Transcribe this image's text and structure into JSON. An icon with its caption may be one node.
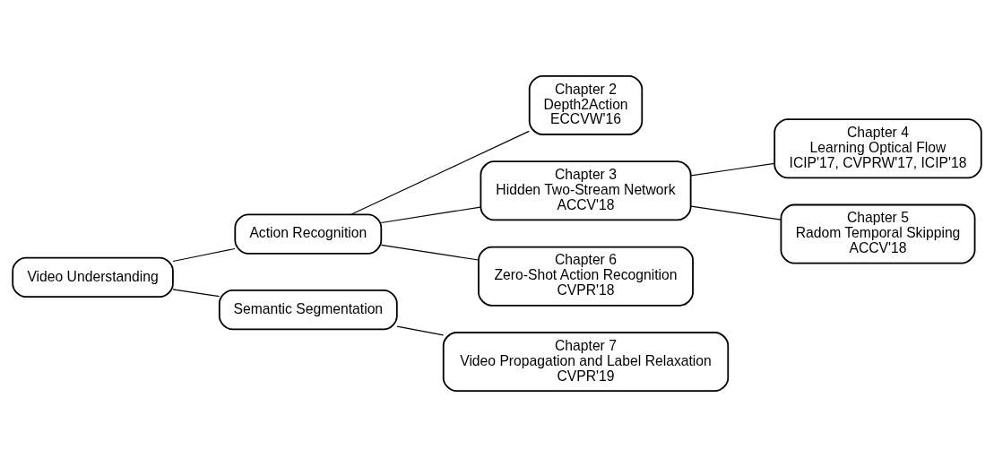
{
  "diagram": {
    "nodes": [
      {
        "text": [
          "Video Understanding"
        ]
      },
      {
        "text": [
          "Action Recognition"
        ]
      },
      {
        "text": [
          "Semantic Segmentation"
        ]
      },
      {
        "text": [
          "Chapter 2",
          "Depth2Action",
          "ECCVW'16"
        ]
      },
      {
        "text": [
          "Chapter 3",
          "Hidden Two-Stream Network",
          "ACCV'18"
        ]
      },
      {
        "text": [
          "Chapter 6",
          "Zero-Shot Action Recognition",
          "CVPR'18"
        ]
      },
      {
        "text": [
          "Chapter 7",
          "Video Propagation and Label Relaxation",
          "CVPR'19"
        ]
      },
      {
        "text": [
          "Chapter 4",
          "Learning Optical Flow",
          "ICIP'17, CVPRW'17, ICIP'18"
        ]
      },
      {
        "text": [
          "Chapter 5",
          "Radom Temporal Skipping",
          "ACCV'18"
        ]
      }
    ],
    "edges": [
      {
        "from": 0,
        "to": 1,
        "arrow": "none"
      },
      {
        "from": 0,
        "to": 2,
        "arrow": "none"
      },
      {
        "from": 1,
        "to": 3,
        "arrow": "none"
      },
      {
        "from": 1,
        "to": 4,
        "arrow": "none"
      },
      {
        "from": 1,
        "to": 5,
        "arrow": "none"
      },
      {
        "from": 2,
        "to": 6,
        "arrow": "none"
      },
      {
        "from": 4,
        "to": 7,
        "arrow": "none"
      },
      {
        "from": 4,
        "to": 8,
        "arrow": "none"
      }
    ]
  }
}
